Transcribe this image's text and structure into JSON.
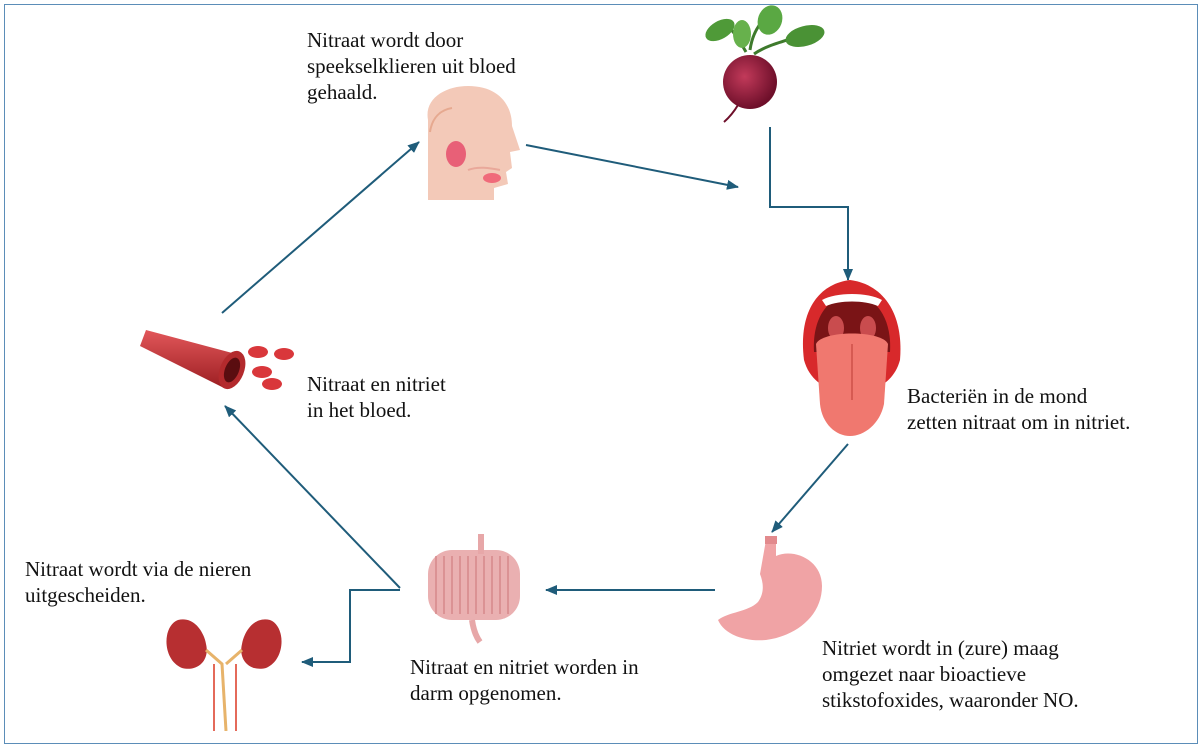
{
  "colors": {
    "arrow": "#1f5c7a",
    "frame": "#5b8db8",
    "text": "#111111"
  },
  "steps": [
    {
      "icon": "beetroot-icon"
    },
    {
      "icon": "mouth-tongue-icon",
      "label_lines": [
        "Bacteriën in de mond",
        "zetten nitraat om in nitriet."
      ]
    },
    {
      "icon": "stomach-icon",
      "label_lines": [
        "Nitriet wordt in (zure) maag",
        "omgezet naar bioactieve",
        "stikstofoxides,  waaronder NO."
      ]
    },
    {
      "icon": "intestines-icon",
      "label_lines": [
        "Nitraat en nitriet worden in",
        "darm opgenomen."
      ]
    },
    {
      "icon": "kidneys-icon",
      "label_lines": [
        "Nitraat wordt via de nieren",
        "uitgescheiden."
      ]
    },
    {
      "icon": "blood-vessel-icon",
      "label_lines": [
        "Nitraat en nitriet",
        "in het bloed."
      ]
    },
    {
      "icon": "head-salivary-gland-icon",
      "label_lines": [
        "Nitraat wordt door",
        "speekselklieren  uit bloed",
        "gehaald."
      ]
    }
  ]
}
